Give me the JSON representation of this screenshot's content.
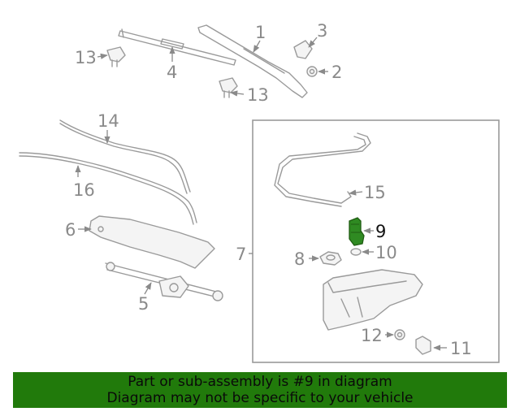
{
  "callouts": {
    "n1": "1",
    "n2": "2",
    "n3": "3",
    "n4": "4",
    "n5": "5",
    "n6": "6",
    "n7": "7",
    "n8": "8",
    "n9": "9",
    "n10": "10",
    "n11": "11",
    "n12": "12",
    "n13a": "13",
    "n13b": "13",
    "n14": "14",
    "n15": "15",
    "n16": "16"
  },
  "highlighted_part": "9",
  "colors": {
    "banner": "#217a0b",
    "highlight": "#1f6e12",
    "linework": "#9a9a9a"
  },
  "banner": {
    "line1": "Part or sub-assembly is #9 in diagram",
    "line2": "Diagram may not be specific to your vehicle"
  }
}
